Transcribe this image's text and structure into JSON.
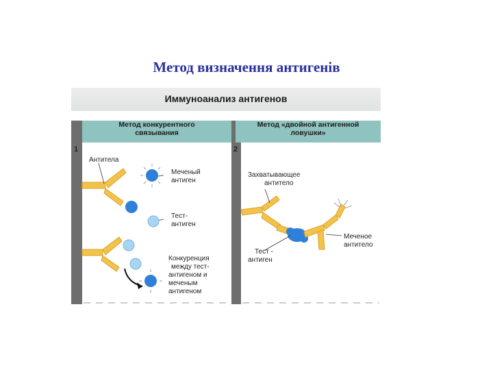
{
  "slide": {
    "title": "Метод визначення антигенів"
  },
  "figure": {
    "title": "Иммуноанализ антигенов",
    "left_panel": {
      "number": "1",
      "title_line1": "Метод конкурентного",
      "title_line2": "связывания",
      "labels": {
        "antibodies": "Антитела",
        "labeled_antigen_1": "Меченый",
        "labeled_antigen_2": "антиген",
        "test_antigen_1": "Тест-",
        "test_antigen_2": "антиген",
        "competition_1": "Конкуренция",
        "competition_2": "между тест-",
        "competition_3": "антигеном и",
        "competition_4": "меченым",
        "competition_5": "антигеном"
      }
    },
    "right_panel": {
      "number": "2",
      "title_line1": "Метод «двойной антигенной",
      "title_line2": "ловушки»",
      "labels": {
        "capture_1": "Захватывающее",
        "capture_2": "антитело",
        "test_antigen_1": "Тест -",
        "test_antigen_2": "антиген",
        "labeled_ab_1": "Меченое",
        "labeled_ab_2": "антитело"
      }
    },
    "colors": {
      "header_teal": "#8fc3c0",
      "antibody": "#f2c24a",
      "antigen_blue": "#2f80d8",
      "antigen_light": "#a9d4f2",
      "title_blue": "#2a2f9a"
    }
  }
}
